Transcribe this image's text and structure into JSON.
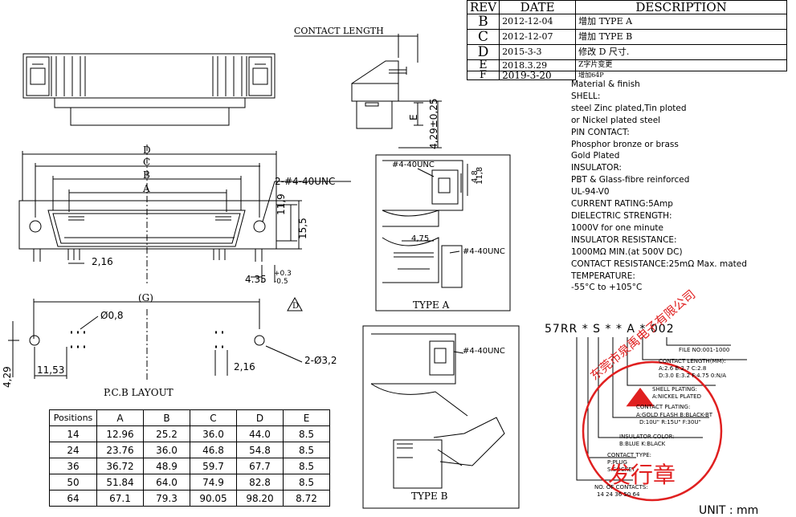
{
  "revision_table": {
    "headers": {
      "rev": "REV",
      "date": "DATE",
      "description": "DESCRIPTION"
    },
    "rows": [
      {
        "rev": "B",
        "date": "2012-12-04",
        "description": "增加 TYPE A"
      },
      {
        "rev": "C",
        "date": "2012-12-07",
        "description": "增加 TYPE B"
      },
      {
        "rev": "D",
        "date": "2015-3-3",
        "description": "修改 D 尺寸."
      },
      {
        "rev": "E",
        "date": "2018.3.29",
        "description": "Z字片变更"
      },
      {
        "rev": "F",
        "date": "2019-3-20",
        "description": "增加64P"
      }
    ]
  },
  "material_spec": [
    "Material & finish",
    "SHELL:",
    "steel Zinc plated,Tin ploted",
    "or Nickel plated steel",
    "PIN CONTACT:",
    "Phosphor bronze or brass",
    "Gold Plated",
    "INSULATOR:",
    "PBT & Glass-fibre reinforced",
    "UL-94-V0",
    "CURRENT RATING:5Amp",
    "DIELECTRIC STRENGTH:",
    "1000V for one minute",
    "INSULATOR RESISTANCE:",
    "1000MΩ MIN.(at 500V DC)",
    "CONTACT RESISTANCE:25mΩ Max. mated",
    "TEMPERATURE:",
    "-55°C to +105°C"
  ],
  "drawing_labels": {
    "contact_length": "CONTACT LENGTH",
    "dim_d": "D",
    "dim_c": "C",
    "dim_b": "B",
    "dim_a": "A",
    "unc_top": "2-#4-40UNC",
    "dim_11_9": "11,9",
    "dim_15_5": "15,5",
    "dim_2_16_top": "2,16",
    "dim_4_35": "4.35",
    "tol_plus": "+0.3",
    "tol_minus": "-0.5",
    "dim_e": "E",
    "dim_4_29_side": "4,29±0,25",
    "dim_g": "(G)",
    "dim_phi_0_8": "Ø0,8",
    "dim_phi_3_2": "2-Ø3,2",
    "dim_4_29_pcb": "4,29",
    "dim_11_53": "11,53",
    "dim_2_16_pcb": "2,16",
    "pcb_layout": "P.C.B LAYOUT",
    "note_d": "D",
    "type_a_unc_top": "#4-40UNC",
    "type_a_4_8": "4,8",
    "type_a_11_8": "11,8",
    "type_a_4_75": "4,75",
    "type_a_unc_mid": "#4-40UNC",
    "type_a_label": "TYPE A",
    "type_b_unc": "#4-40UNC",
    "type_b_label": "TYPE B",
    "unit": "UNIT : mm"
  },
  "part_code": {
    "code": "57RR * S * * A * 002",
    "notes": [
      "FILE NO:001-1000",
      "CONTACT LENGTH(MM):",
      "A:2.6  B:2.7  C:2.8",
      "D:3.0  E:3.2  F:4.75  0:N/A",
      "SHELL PLATING:",
      "A:NICKEL PLATED",
      "CONTACT PLATING:",
      "A:GOLD FLASH   B:BLACK-BT",
      "D:10U\"  R:15U\"  F:30U\"",
      "INSULATOR COLOR:",
      "B:BLUE  K:BLACK",
      "CONTACT TYPE:",
      "P:PLUG",
      "S:SOCKET",
      "NO. OF CONTACTS:",
      "14  24  36  50  64"
    ]
  },
  "stamp": {
    "ring_text": "东莞市泉禹电子有限公司",
    "center_text": "发行章",
    "color": "#e02020"
  },
  "positions_table": {
    "headers": [
      "Positions",
      "A",
      "B",
      "C",
      "D",
      "E"
    ],
    "rows": [
      [
        "14",
        "12.96",
        "25.2",
        "36.0",
        "44.0",
        "8.5"
      ],
      [
        "24",
        "23.76",
        "36.0",
        "46.8",
        "54.8",
        "8.5"
      ],
      [
        "36",
        "36.72",
        "48.9",
        "59.7",
        "67.7",
        "8.5"
      ],
      [
        "50",
        "51.84",
        "64.0",
        "74.9",
        "82.8",
        "8.5"
      ],
      [
        "64",
        "67.1",
        "79.3",
        "90.05",
        "98.20",
        "8.72"
      ]
    ]
  }
}
